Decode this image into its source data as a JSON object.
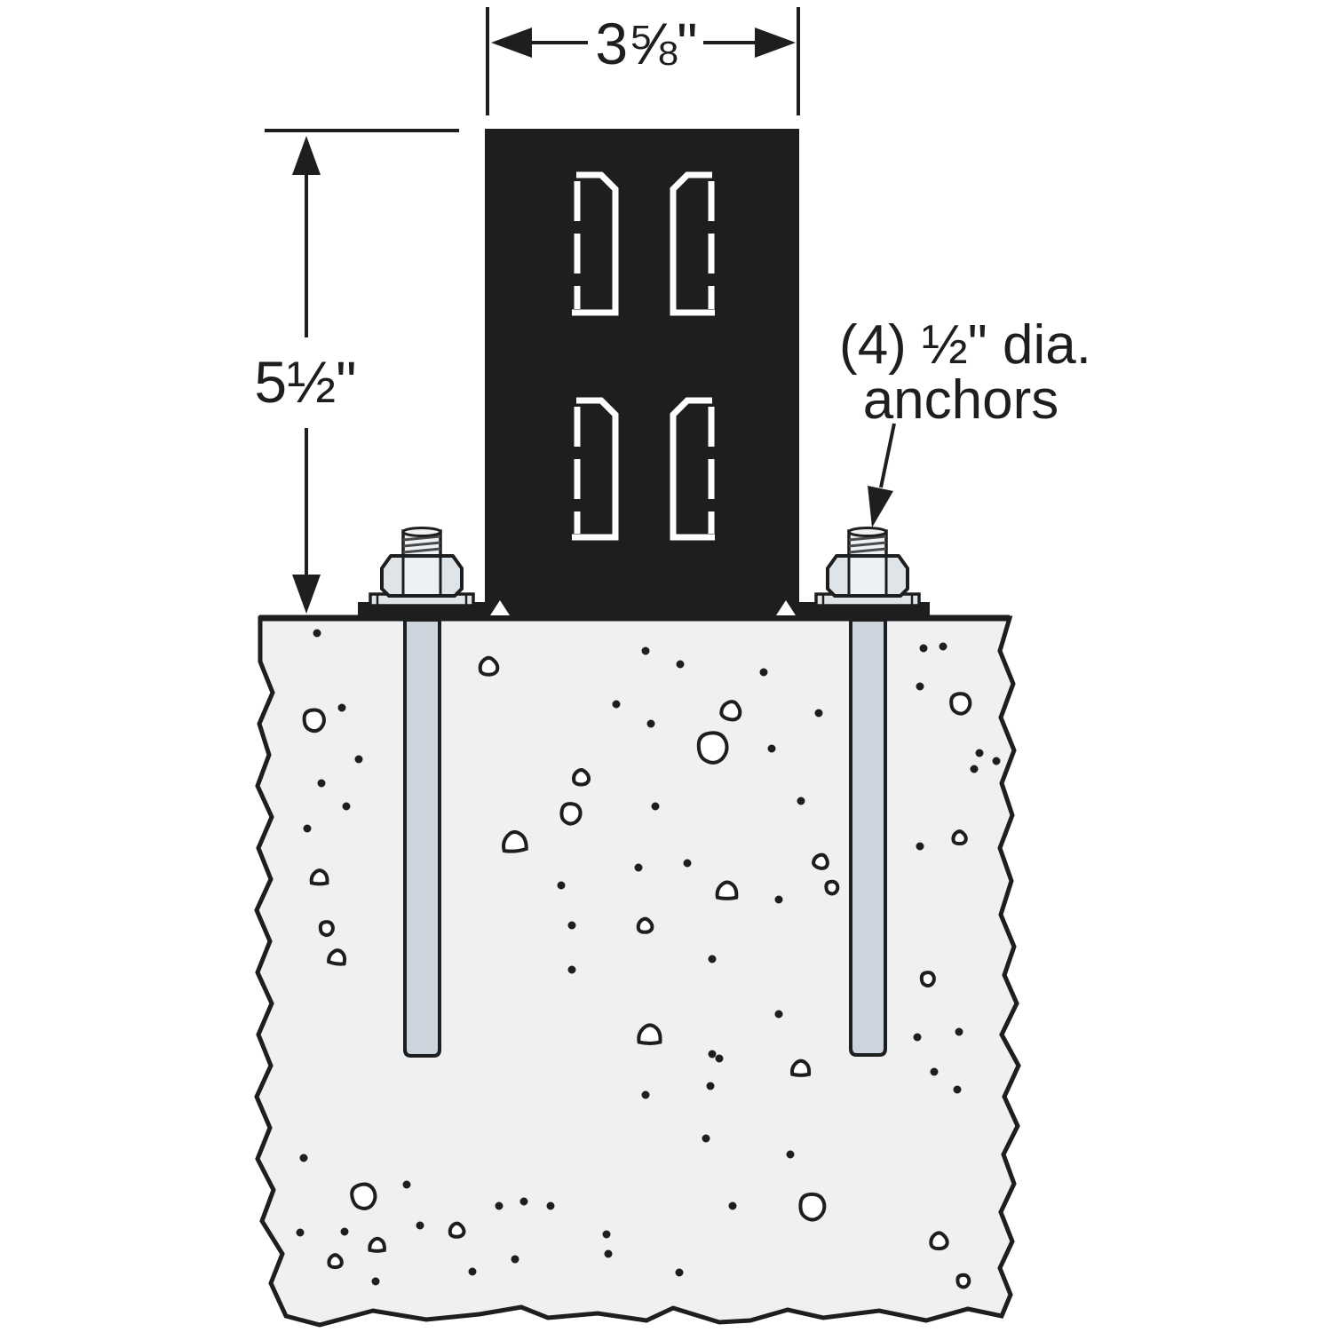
{
  "diagram_title": "post-base-anchorage-installation-detail",
  "dimensions": {
    "width_label": "3⅝\"",
    "height_label": "5½\""
  },
  "annotation": {
    "line1": "(4) ½\" dia.",
    "line2": "anchors"
  },
  "colors": {
    "ink": "#1e1e1e",
    "paper": "#ffffff",
    "concrete": "#eef0f1",
    "rod": "#ccd5dd",
    "steel": "#dfe4e9",
    "steel-light": "#eef1f4",
    "thread": "#4a4a4a"
  }
}
